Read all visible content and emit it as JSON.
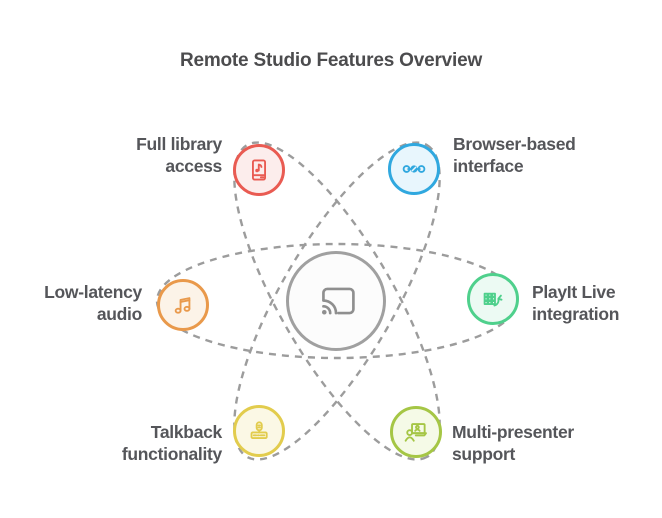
{
  "title": "Remote Studio Features Overview",
  "title_color": "#4C4C4E",
  "text_color": "#55565A",
  "orbits": {
    "stroke_color": "#9C9C9C",
    "count": 3
  },
  "center": {
    "icon": "cast-icon",
    "border_color": "#A0A0A0",
    "fill_color": "#FCFCFC",
    "icon_color": "#8F8F8F"
  },
  "features": [
    {
      "id": "full-library-access",
      "label_line1": "Full library",
      "label_line2": "access",
      "icon": "music-book-icon",
      "border_color": "#E95B52",
      "fill_color": "#FCEDEC"
    },
    {
      "id": "browser-based-interface",
      "label_line1": "Browser-based",
      "label_line2": "interface",
      "icon": "link-nodes-icon",
      "border_color": "#30A8DF",
      "fill_color": "#E8F6FD"
    },
    {
      "id": "low-latency-audio",
      "label_line1": "Low-latency",
      "label_line2": "audio",
      "icon": "music-notes-icon",
      "border_color": "#E9994B",
      "fill_color": "#FCF3E8"
    },
    {
      "id": "playit-live-integration",
      "label_line1": "PlayIt Live",
      "label_line2": "integration",
      "icon": "cart-grid-icon",
      "border_color": "#4FD08C",
      "fill_color": "#ECFAF3"
    },
    {
      "id": "talkback-functionality",
      "label_line1": "Talkback",
      "label_line2": "functionality",
      "icon": "intercom-icon",
      "border_color": "#E2CC4D",
      "fill_color": "#FBF8E5"
    },
    {
      "id": "multi-presenter-support",
      "label_line1": "Multi-presenter",
      "label_line2": "support",
      "icon": "presenter-screen-icon",
      "border_color": "#A5C645",
      "fill_color": "#F5FAE7"
    }
  ]
}
